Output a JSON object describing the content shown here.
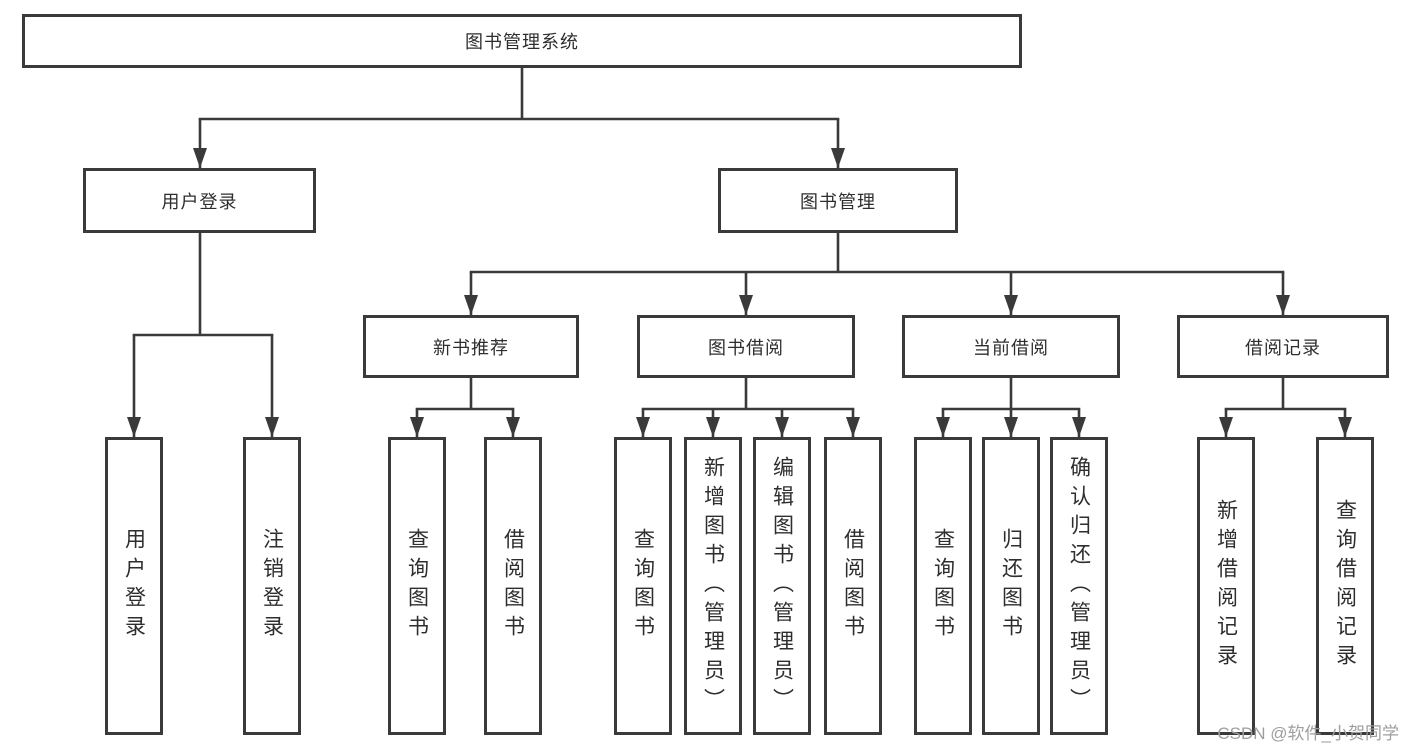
{
  "root": {
    "label": "图书管理系统"
  },
  "level2": [
    {
      "label": "用户登录"
    },
    {
      "label": "图书管理"
    }
  ],
  "level3": [
    {
      "label": "新书推荐"
    },
    {
      "label": "图书借阅"
    },
    {
      "label": "当前借阅"
    },
    {
      "label": "借阅记录"
    }
  ],
  "leaves": {
    "user": [
      "用户登录",
      "注销登录"
    ],
    "recommend": [
      "查询图书",
      "借阅图书"
    ],
    "borrow": [
      "查询图书",
      "新增图书（管理员）",
      "编辑图书（管理员）",
      "借阅图书"
    ],
    "current": [
      "查询图书",
      "归还图书",
      "确认归还（管理员）"
    ],
    "records": [
      "新增借阅记录",
      "查询借阅记录"
    ]
  },
  "watermark": {
    "text": "CSDN @软件_小贺同学"
  },
  "colors": {
    "line": "#3a3a3a",
    "box_border": "#3a3a3a",
    "text": "#2e2e2e",
    "watermark": "#9e9e9e",
    "background": "#ffffff"
  }
}
